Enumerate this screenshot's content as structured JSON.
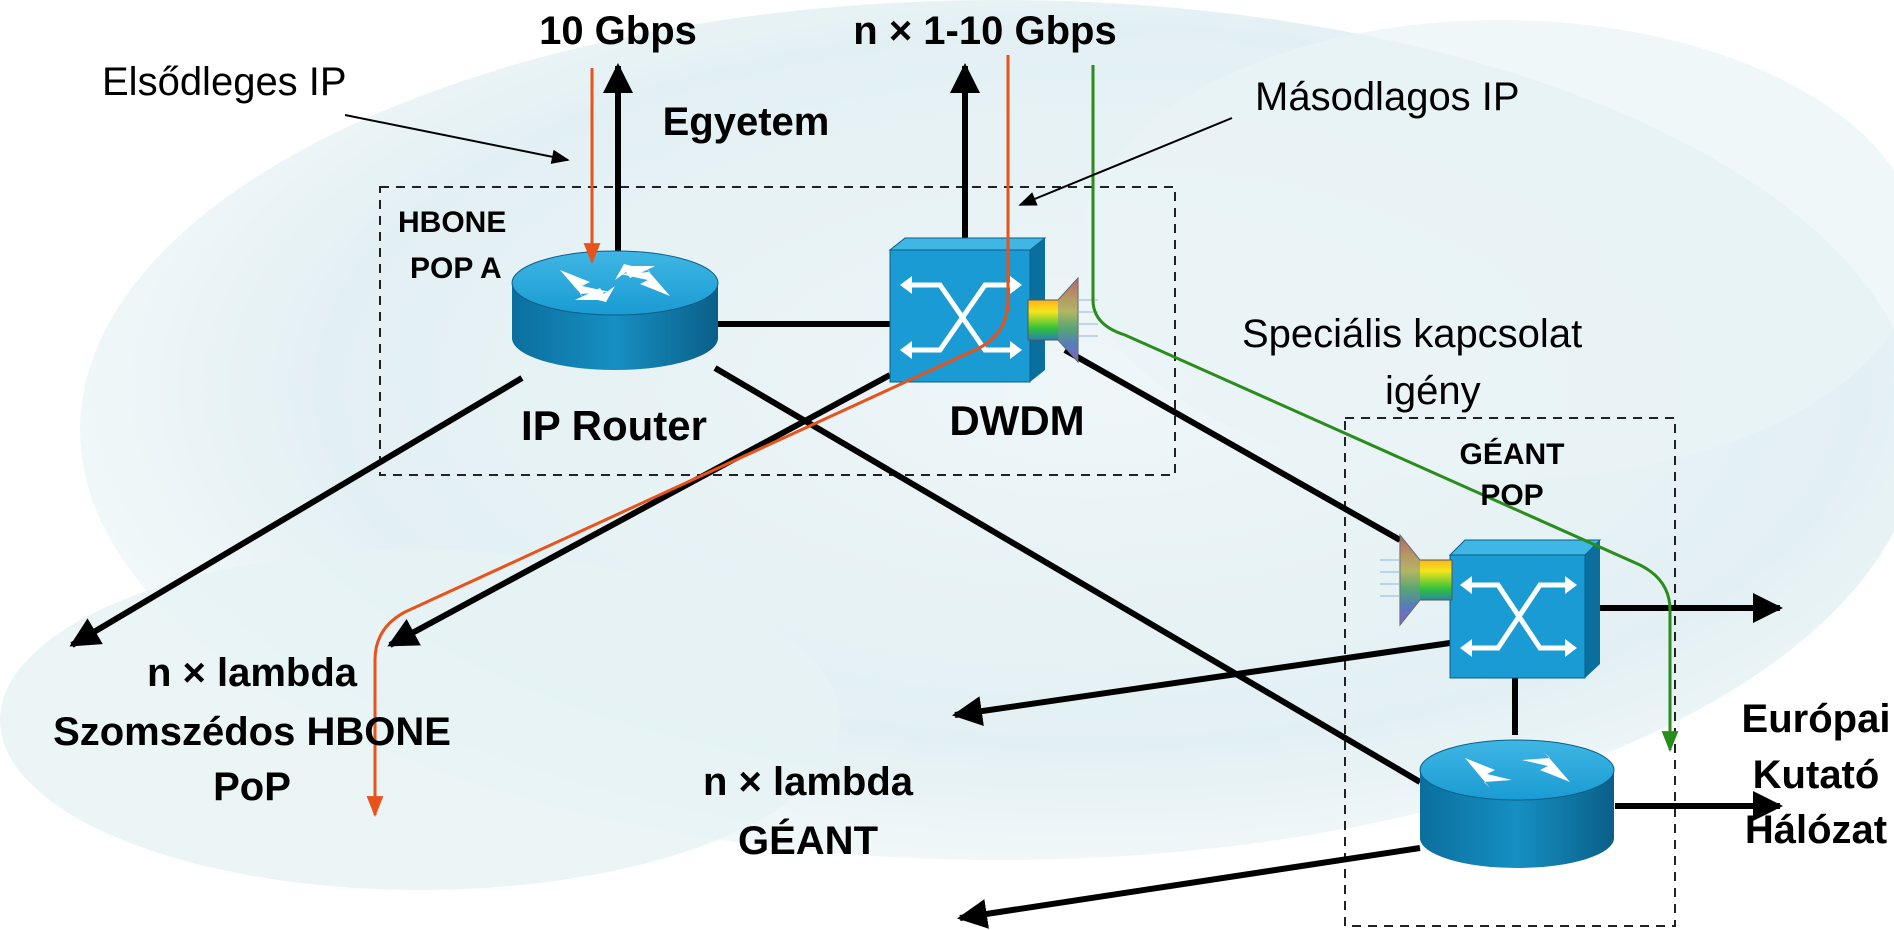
{
  "top_labels": {
    "bw_10": "10 Gbps",
    "bw_n": "n × 1-10 Gbps",
    "university": "Egyetem"
  },
  "annotations": {
    "primary_ip": "Elsődleges IP",
    "secondary_ip": "Másodlagos IP",
    "special_request_line1": "Speciális kapcsolat",
    "special_request_line2": "igény"
  },
  "hbone_pop": {
    "title_line1": "HBONE",
    "title_line2": "POP A",
    "router_label": "IP Router",
    "dwdm_label": "DWDM"
  },
  "geant_pop": {
    "title_line1": "GÉANT",
    "title_line2": "POP"
  },
  "bottom_labels": {
    "neighbor_line1": "n × lambda",
    "neighbor_line2": "Szomszédos HBONE",
    "neighbor_line3": "PoP",
    "geant_line1": "n × lambda",
    "geant_line2": "GÉANT",
    "euro_line1": "Európai",
    "euro_line2": "Kutató",
    "euro_line3": "Hálózat"
  },
  "colors": {
    "primary_path": "#e8521b",
    "secondary_path": "#2a8c1c",
    "device_blue": "#1a9bd3",
    "link": "#000000"
  }
}
